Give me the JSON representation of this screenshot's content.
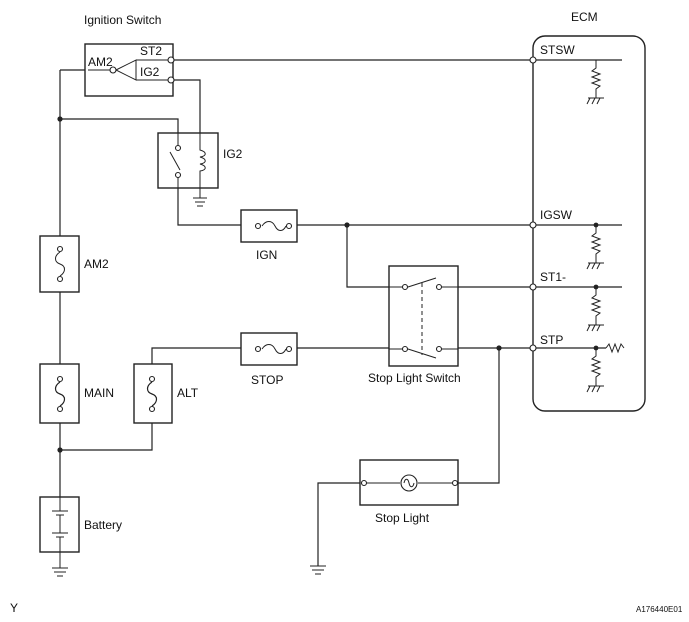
{
  "labels": {
    "ignition_switch": "Ignition Switch",
    "am2_terminal": "AM2",
    "st2_terminal": "ST2",
    "ig2_terminal": "IG2",
    "ig2_relay": "IG2",
    "am2_fuse": "AM2",
    "main_fuse": "MAIN",
    "alt_fuse": "ALT",
    "battery": "Battery",
    "ign_fuse": "IGN",
    "stop_fuse": "STOP",
    "stop_light_switch": "Stop Light Switch",
    "stop_light": "Stop Light",
    "ecm": "ECM",
    "stsw": "STSW",
    "igsw": "IGSW",
    "st1": "ST1-",
    "stp": "STP",
    "corner_left": "Y",
    "corner_right": "A176440E01"
  }
}
